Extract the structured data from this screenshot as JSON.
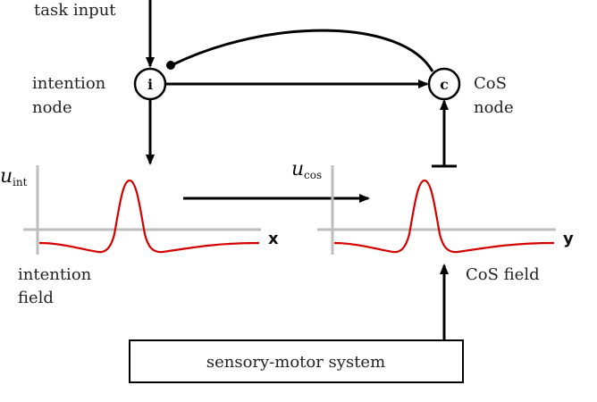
{
  "labels": {
    "task_input": "task input",
    "intention_node": [
      "intention",
      "node"
    ],
    "cos_node": [
      "CoS",
      "node"
    ],
    "intention_field": [
      "intention",
      "field"
    ],
    "cos_field": "CoS field",
    "sensory_motor_system": "sensory-motor system"
  },
  "nodes": {
    "intention_symbol": "i",
    "cos_symbol": "c"
  },
  "fields": {
    "intention": {
      "var": "u",
      "sub": "int",
      "axis_end": "x"
    },
    "cos": {
      "var": "u",
      "sub": "cos",
      "axis_end": "y"
    }
  },
  "colors": {
    "activation_curve": "#d40000",
    "axis": "#bdbdbd",
    "arrow": "#000000"
  }
}
